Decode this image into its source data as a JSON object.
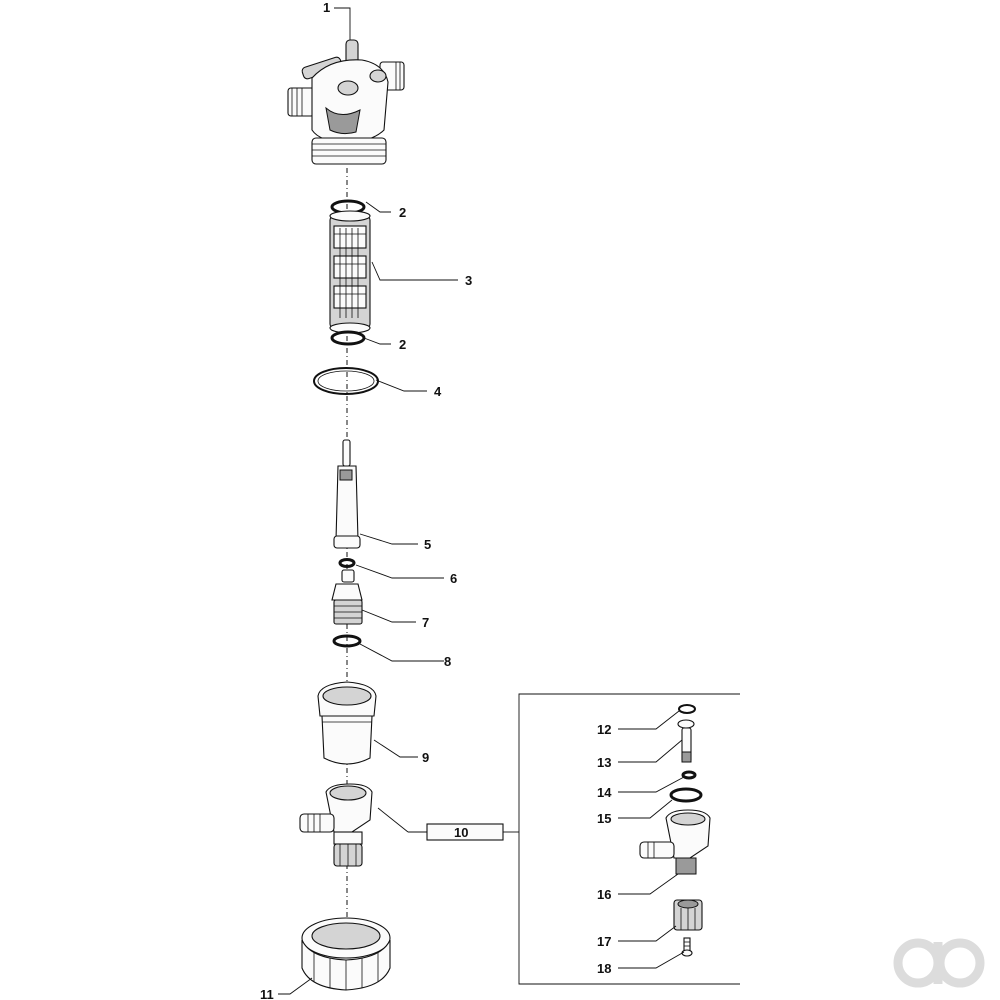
{
  "callouts": [
    {
      "id": "c1",
      "text": "1"
    },
    {
      "id": "c2a",
      "text": "2"
    },
    {
      "id": "c3",
      "text": "3"
    },
    {
      "id": "c2b",
      "text": "2"
    },
    {
      "id": "c4",
      "text": "4"
    },
    {
      "id": "c5",
      "text": "5"
    },
    {
      "id": "c6",
      "text": "6"
    },
    {
      "id": "c7",
      "text": "7"
    },
    {
      "id": "c8",
      "text": "8"
    },
    {
      "id": "c9",
      "text": "9"
    },
    {
      "id": "c10",
      "text": "10"
    },
    {
      "id": "c11",
      "text": "11"
    },
    {
      "id": "c12",
      "text": "12"
    },
    {
      "id": "c13",
      "text": "13"
    },
    {
      "id": "c14",
      "text": "14"
    },
    {
      "id": "c15",
      "text": "15"
    },
    {
      "id": "c16",
      "text": "16"
    },
    {
      "id": "c17",
      "text": "17"
    },
    {
      "id": "c18",
      "text": "18"
    }
  ],
  "colors": {
    "line": "#111111",
    "part_fill": "#fbfbfb",
    "shade": "#d4d4d4",
    "logo": "#dcdcdc"
  }
}
